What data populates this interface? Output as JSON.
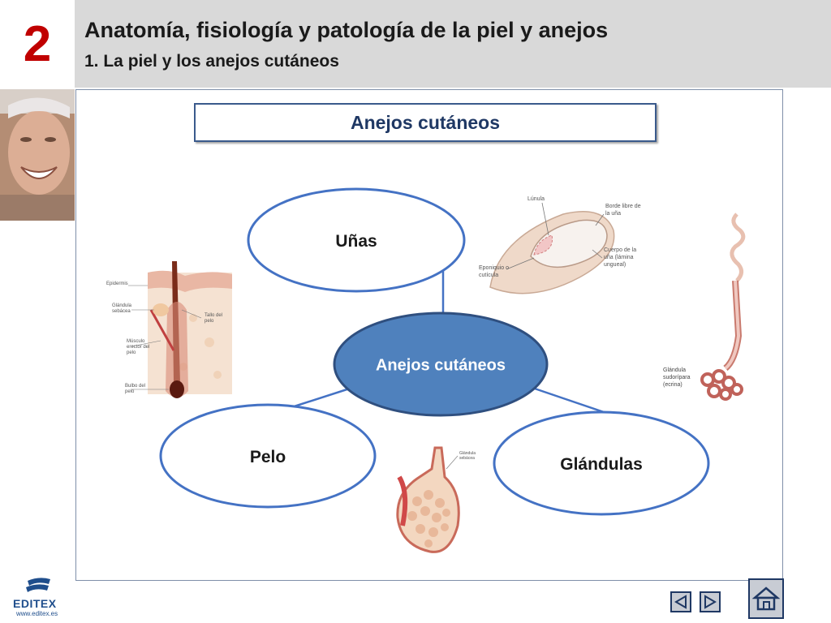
{
  "header": {
    "chapter_number": "2",
    "title": "Anatomía, fisiología y patología de la piel y anejos",
    "subtitle": "1. La piel y los anejos cutáneos"
  },
  "section_title": "Anejos cutáneos",
  "diagram": {
    "center": "Anejos cutáneos",
    "nodes": {
      "unas": "Uñas",
      "pelo": "Pelo",
      "glandulas": "Glándulas"
    }
  },
  "illustrations": {
    "nail": {
      "lunula": "Lúnula",
      "borde_libre": "Borde libre de la uña",
      "cuerpo": "Cuerpo de la uña (lámina ungueal)",
      "eponiquio": "Eponiquio o cutícula"
    },
    "hair": {
      "epidermis": "Epidermis",
      "glandula_sebacea": "Glándula sebácea",
      "tallo": "Tallo del pelo",
      "musculo": "Músculo erector del pelo",
      "bulbo": "Bulbo del pelo"
    },
    "sweat_gland": {
      "label": "Glándula sudorípara (ecrina)"
    },
    "sebaceous_gland": {
      "label": "Glándula sebácea"
    }
  },
  "footer": {
    "brand": "EDITEX",
    "url": "www.editex.es"
  },
  "colors": {
    "chapter_number": "#c00000",
    "header_bg": "#d9d9d9",
    "node_border": "#4472c4",
    "center_fill": "#4f81bd",
    "center_border": "#2f4f7f",
    "title_text": "#1f3864"
  },
  "icons": {
    "prev": "triangle-left-icon",
    "next": "triangle-right-icon",
    "home": "house-icon"
  }
}
